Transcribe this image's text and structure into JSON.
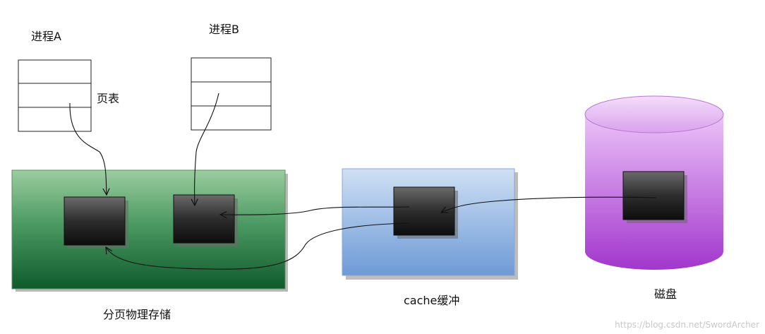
{
  "processes": {
    "a_label": "进程A",
    "b_label": "进程B"
  },
  "page_table_label": "页表",
  "physical_storage_label": "分页物理存储",
  "cache_label": "cache缓冲",
  "disk_label": "磁盘",
  "watermark": "https://blog.csdn.net/SwordArcher",
  "colors": {
    "physical_storage": "#2f7f4b",
    "cache": "#8fb2e0",
    "disk": "#b451d4",
    "page_block": "#333333"
  }
}
